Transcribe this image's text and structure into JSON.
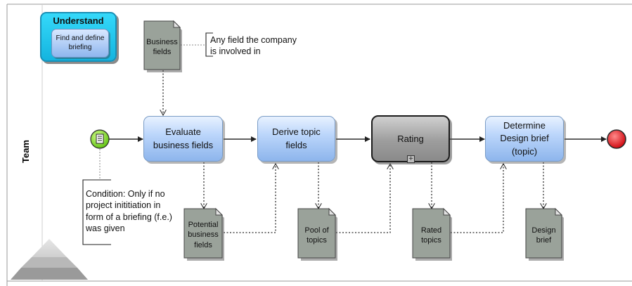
{
  "lane": {
    "label": "Team"
  },
  "phase": {
    "title": "Understand",
    "activity": "Find and define briefing"
  },
  "tasks": {
    "evaluate": "Evaluate business fields",
    "derive": "Derive topic fields",
    "rating": "Rating",
    "determine": "Determine Design brief (topic)"
  },
  "documents": {
    "business_fields": "Business fields",
    "potential_business_fields": "Potential business fields",
    "pool_of_topics": "Pool of topics",
    "rated_topics": "Rated topics",
    "design_brief": "Design brief"
  },
  "annotations": {
    "business_fields_note": [
      "Any field the company",
      "is involved in"
    ],
    "condition_note": [
      "Condition: Only if no",
      "project inititiation in",
      "form of a briefing (f.e.)",
      "was given"
    ]
  },
  "rating_marker": "+",
  "colors": {
    "task_fill": "#a9c8f5",
    "subprocess_fill": "#a0a0a0",
    "document_fill": "#9aa19a",
    "start_event": "#8fe62a",
    "end_event": "#e8161d",
    "phase_fill": "#22c7ee"
  }
}
